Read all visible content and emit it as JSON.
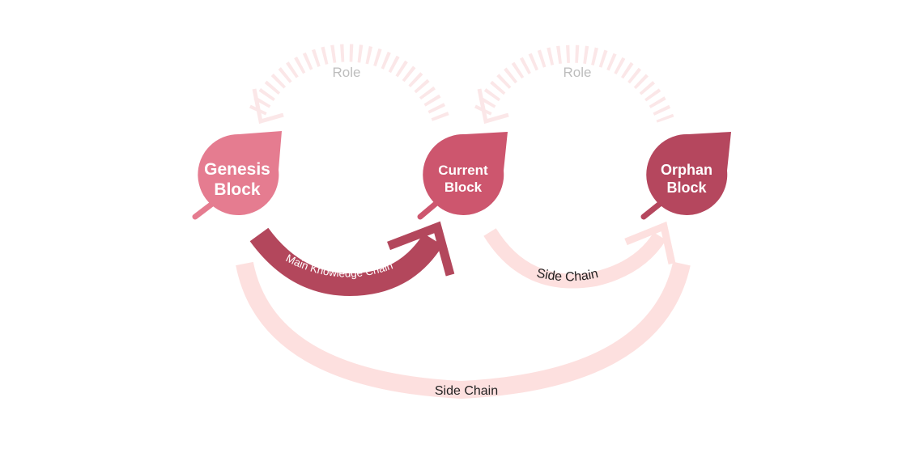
{
  "diagram": {
    "colors": {
      "genesis": "#e57c90",
      "current": "#cd566e",
      "orphan": "#b5475e",
      "main_chain": "#b3475c",
      "side_chain": "#fde0df",
      "role_ticks": "#fbe7e8",
      "role_text": "#bdbdbd"
    },
    "nodes": [
      {
        "id": "genesis",
        "line1": "Genesis",
        "line2": "Block",
        "role_label": "Role"
      },
      {
        "id": "current",
        "line1": "Current",
        "line2": "Block",
        "role_label": "Role"
      },
      {
        "id": "orphan",
        "line1": "Orphan",
        "line2": "Block"
      }
    ],
    "edges": [
      {
        "id": "main",
        "from": "genesis",
        "to": "current",
        "label": "Main Knowledge Chain"
      },
      {
        "id": "side_short",
        "from": "current",
        "to": "orphan",
        "label": "Side Chain"
      },
      {
        "id": "side_long",
        "from": "genesis",
        "to": "orphan",
        "label": "Side Chain"
      }
    ]
  }
}
